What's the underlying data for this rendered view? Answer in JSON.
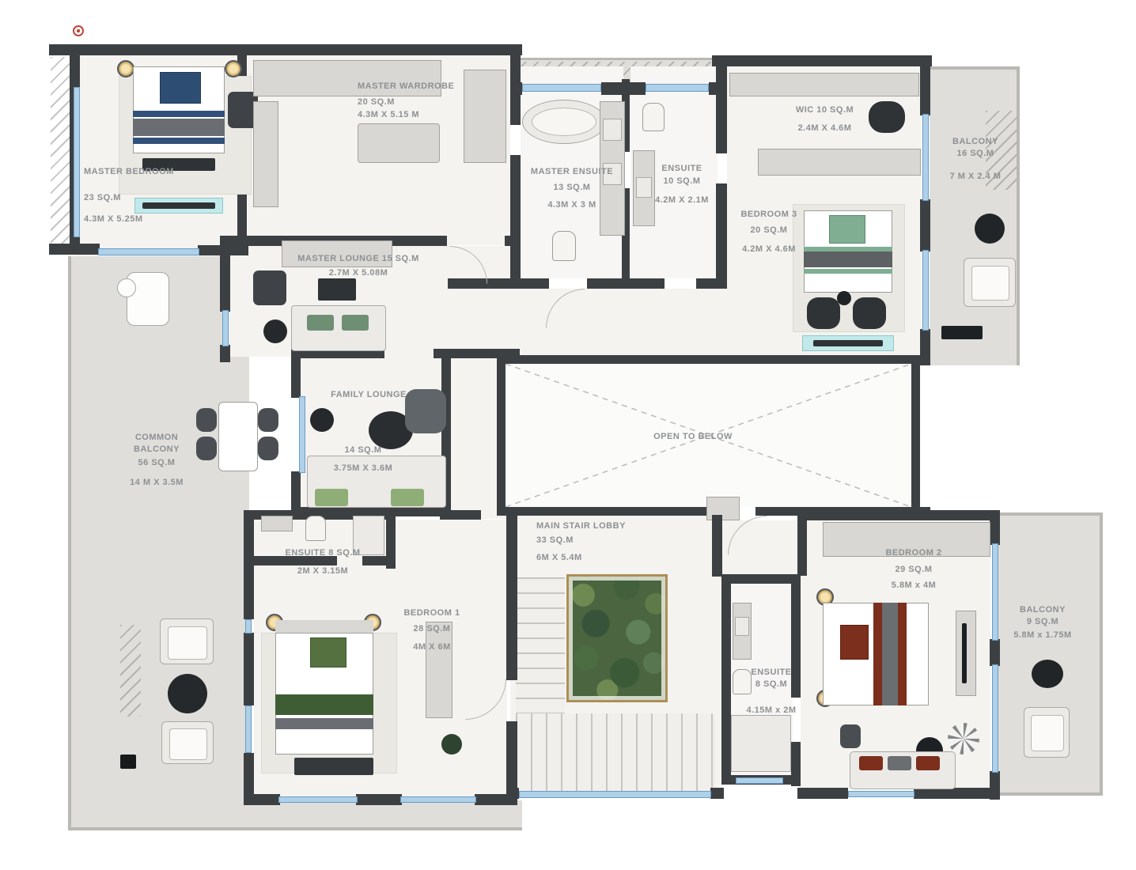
{
  "palette": {
    "wall": "#3d4043",
    "window_fill": "#aed0e8",
    "window_border": "#6a9cc4",
    "interior_floor": "#f4f3f0",
    "balcony_floor": "#dfdeda",
    "label_text": "#8d9093",
    "accent_navy": "#2e4d72",
    "accent_green": "#7fae92",
    "accent_maroon": "#7c2f1c",
    "planter_trim": "#ad8f55",
    "plant_green": "#4a653f"
  },
  "rooms": {
    "master_bedroom": {
      "line1": "MASTER BEDROOM",
      "line2": "23 SQ.M",
      "line3": "4.3M X 5.25M"
    },
    "master_wardrobe": {
      "line1": "MASTER WARDROBE",
      "line2": "20 SQ.M",
      "line3": "4.3M X 5.15 M"
    },
    "master_ensuite": {
      "line1": "MASTER ENSUITE",
      "line2": "13 SQ.M",
      "line3": "4.3M X 3 M"
    },
    "ensuite_master_wing": {
      "line1": "ENSUITE",
      "line2": "10 SQ.M",
      "line3": "4.2M X 2.1M"
    },
    "wic": {
      "line1": "WIC 10 SQ.M",
      "line2": "2.4M X 4.6M"
    },
    "bedroom_3": {
      "line1": "BEDROOM 3",
      "line2": "20 SQ.M",
      "line3": "4.2M X 4.6M"
    },
    "balcony_top": {
      "line1": "BALCONY",
      "line2": "16 SQ.M",
      "line3": "7 M X 2.4 M"
    },
    "master_lounge": {
      "line1": "MASTER LOUNGE 15 SQ.M",
      "line2": "2.7M X 5.08M"
    },
    "family_lounge": {
      "line1": "FAMILY LOUNGE",
      "line2": "14 SQ.M",
      "line3": "3.75M X 3.6M"
    },
    "common_balcony": {
      "line1": "COMMON",
      "line2": "BALCONY",
      "line3": "56 SQ.M",
      "line4": "14 M X 3.5M"
    },
    "open_to_below": {
      "line1": "OPEN TO BELOW"
    },
    "main_stair_lobby": {
      "line1": "MAIN STAIR LOBBY",
      "line2": "33 SQ.M",
      "line3": "6M X 5.4M"
    },
    "bedroom_2": {
      "line1": "BEDROOM 2",
      "line2": "29 SQ.M",
      "line3": "5.8M x 4M"
    },
    "ensuite_bedroom_1": {
      "line1": "ENSUITE 8 SQ.M",
      "line2": "2M X 3.15M"
    },
    "bedroom_1": {
      "line1": "BEDROOM 1",
      "line2": "28 SQ.M",
      "line3": "4M X 6M"
    },
    "ensuite_bedroom_2": {
      "line1": "ENSUITE",
      "line2": "8 SQ.M",
      "line3": "4.15M x 2M"
    },
    "balcony_bottom": {
      "line1": "BALCONY",
      "line2": "9 SQ.M",
      "line3": "5.8M x 1.75M"
    }
  }
}
